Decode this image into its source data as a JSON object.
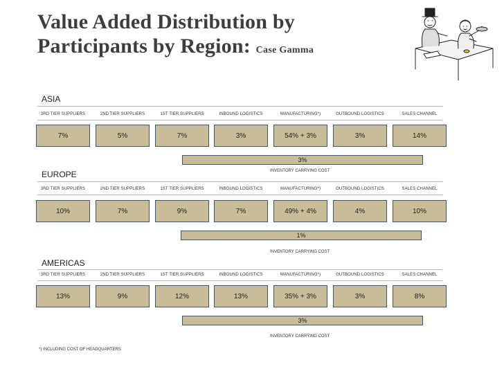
{
  "title": {
    "line1": "Value Added Distribution by",
    "line2": "Participants by Region:",
    "subtitle": "Case Gamma"
  },
  "columns": [
    "3RD TIER SUPPLIERS",
    "2ND TIER SUPPLIERS",
    "1ST TIER SUPPLIERS",
    "INBOUND LOGISTICS",
    "MANUFACTURING*)",
    "OUTBOUND LOGISTICS",
    "SALES CHANNEL"
  ],
  "regions": [
    {
      "name": "ASIA",
      "values": [
        "7%",
        "5%",
        "7%",
        "3%",
        "54% + 3%",
        "3%",
        "14%"
      ],
      "inventory_value": "3%",
      "inventory_label": "INVENTORY CARRYING COST"
    },
    {
      "name": "EUROPE",
      "values": [
        "10%",
        "7%",
        "9%",
        "7%",
        "49% + 4%",
        "4%",
        "10%"
      ],
      "inventory_value": "1%",
      "inventory_label": "INVENTORY CARRYING COST"
    },
    {
      "name": "AMERICAS",
      "values": [
        "13%",
        "9%",
        "12%",
        "13%",
        "35% + 3%",
        "3%",
        "8%"
      ],
      "inventory_value": "3%",
      "inventory_label": "INVENTORY CARRYING COST"
    }
  ],
  "footnote": "*) INCLUDING COST OF HEADQUARTERS",
  "colors": {
    "box_fill": "#c8bd97",
    "box_border": "#3b5573",
    "title": "#3d3d3d"
  },
  "illustration": "cartoon-businessmen-icon"
}
